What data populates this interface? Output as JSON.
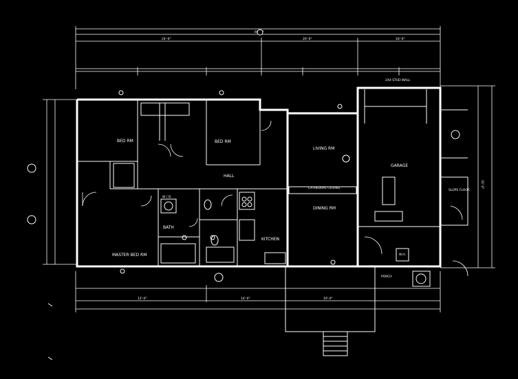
{
  "plan": {
    "background": "#000000",
    "line_color": "#ffffff"
  },
  "rooms": {
    "bed_left": "BED RM",
    "bed_center": "BED RM",
    "hall": "HALL",
    "bath": "BATH",
    "master_bed": "MASTER BED RM",
    "kitchen": "KITCHEN",
    "living": "LIVING RM",
    "dining": "DINING RM",
    "ceiling": "CATHEDRAL CEILING",
    "garage": "GARAGE",
    "porch": "PORCH"
  },
  "notes": {
    "garage_top": "2X4 STUD WALL",
    "garage_right": "SLOPE FLOOR",
    "laundry": "W / D",
    "water_heater": "W.H."
  },
  "dimensions": {
    "overall": "60'-0\"",
    "left_wing": "24'-0\"",
    "center": "20'-0\"",
    "right_wing": "16'-0\"",
    "depth": "32'-0\"",
    "bottom_a": "12'-0\"",
    "bottom_b": "14'-0\"",
    "bottom_c": "10'-0\""
  }
}
